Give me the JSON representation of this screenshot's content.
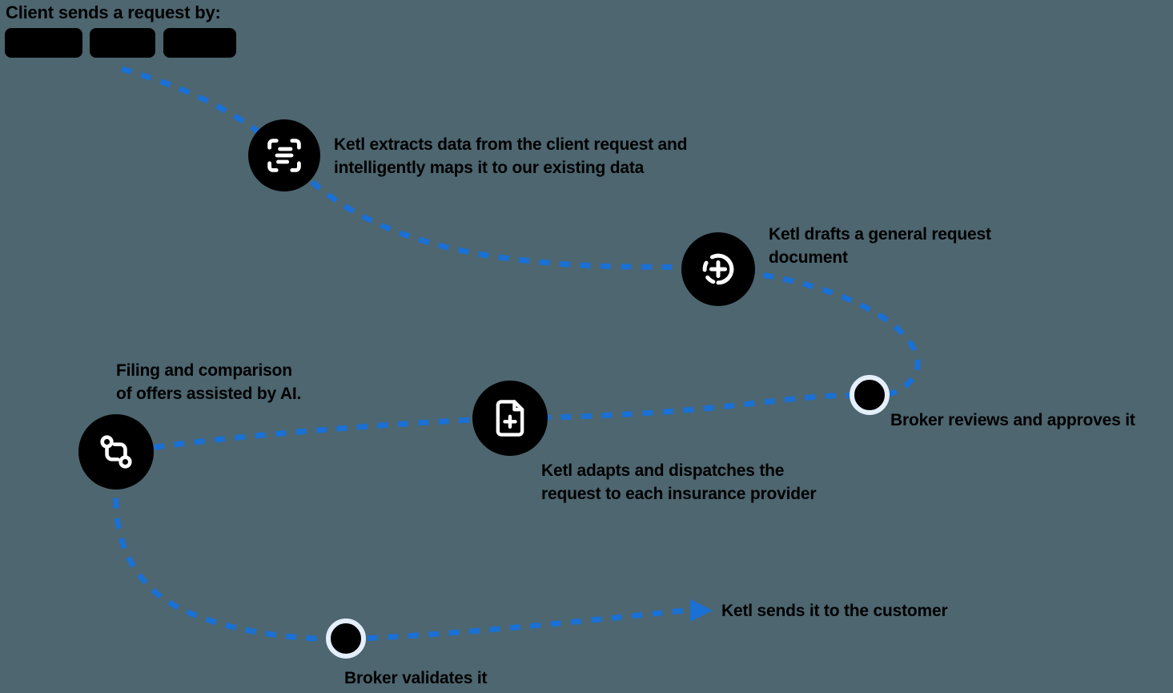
{
  "canvas": {
    "background_color": "#4d6670",
    "accent_blue": "#1a70d4",
    "node_color": "#000000",
    "halo_color": "#e4effb",
    "text_color": "#000000"
  },
  "header": {
    "title": "Client sends a request by:",
    "chips": [
      "",
      "",
      ""
    ]
  },
  "nodes": {
    "extract": {
      "icon": "scan-text",
      "lines": [
        "Ketl extracts data from the client request and",
        "intelligently maps it to our existing data"
      ]
    },
    "draft": {
      "icon": "circle-dashed-plus",
      "lines": [
        "Ketl drafts a general request",
        "document"
      ]
    },
    "review": {
      "type": "milestone-dot",
      "label": "Broker reviews and approves it"
    },
    "dispatch": {
      "icon": "file-plus",
      "lines": [
        "Ketl adapts and dispatches the",
        "request to each insurance provider"
      ]
    },
    "filing": {
      "icon": "git-compare",
      "lines": [
        "Filing and comparison",
        "of offers assisted by AI."
      ]
    },
    "validate": {
      "type": "milestone-dot",
      "label": "Broker validates it"
    },
    "send": {
      "type": "arrow",
      "label": "Ketl sends it to the customer"
    }
  }
}
